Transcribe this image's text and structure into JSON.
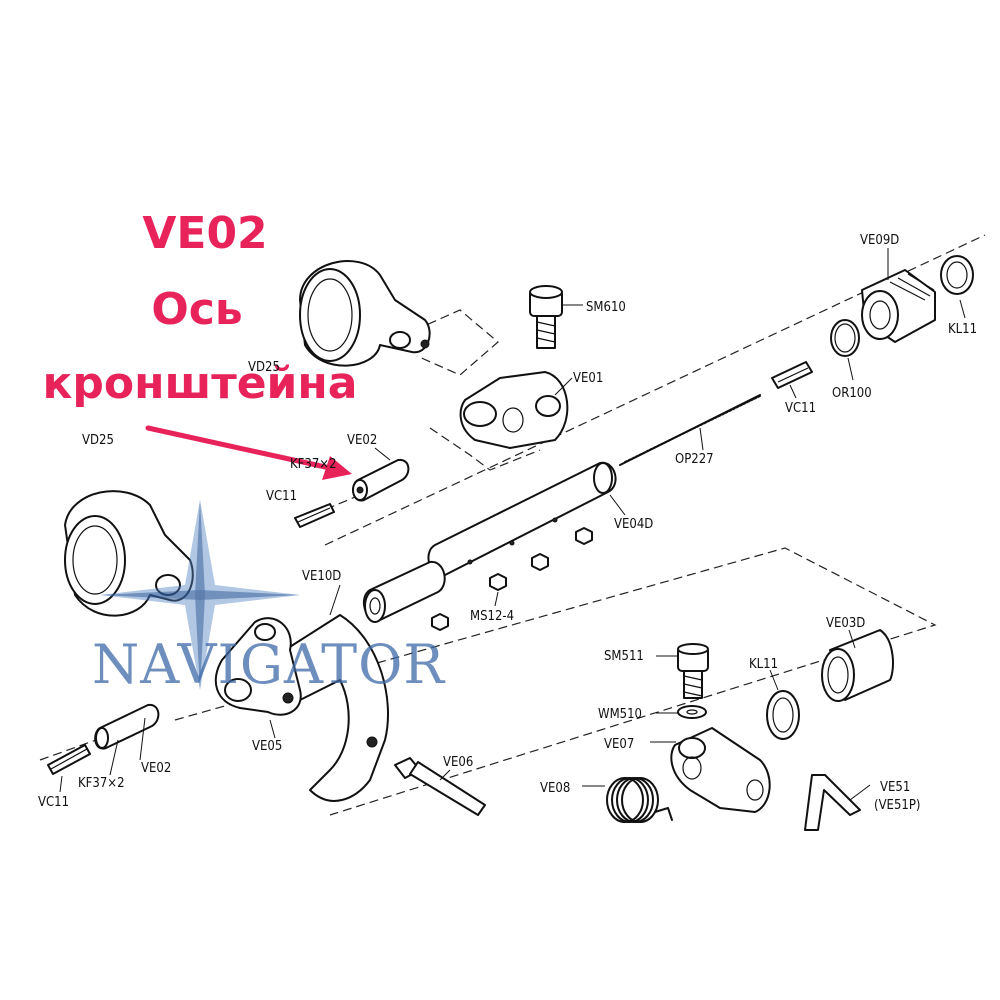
{
  "callout": {
    "code": "VE02",
    "line1": "Ось",
    "line2": "кронштейна",
    "color": "#e8235a"
  },
  "watermark": {
    "text": "NAVIGATOR",
    "color": "#3e6aa8",
    "icon": "compass-star-icon"
  },
  "labels": {
    "sm610": "SM610",
    "ve09d": "VE09D",
    "kl11_top": "KL11",
    "vd25_top": "VD25",
    "ve01": "VE01",
    "or100": "OR100",
    "vc11_top": "VC11",
    "op227": "OP227",
    "ve02_top": "VE02",
    "kf37_top": "KF37×2",
    "vd25_left": "VD25",
    "vc11_mid": "VC11",
    "ve04d": "VE04D",
    "ve10d": "VE10D",
    "ms12_4": "MS12-4",
    "ve03d": "VE03D",
    "sm511": "SM511",
    "kl11_bottom": "KL11",
    "wm510": "WM510",
    "ve07": "VE07",
    "ve05": "VE05",
    "ve02_bottom": "VE02",
    "kf37_bottom": "KF37×2",
    "vc11_bottom": "VC11",
    "ve06": "VE06",
    "ve08": "VE08",
    "ve51": "VE51",
    "ve51p": "(VE51P)"
  }
}
